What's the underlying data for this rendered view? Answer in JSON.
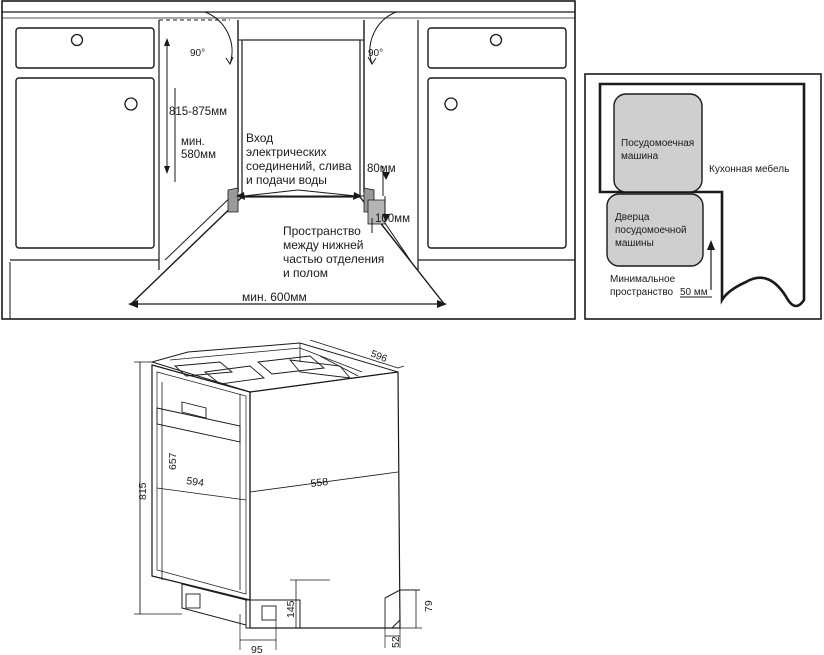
{
  "panel_top_left": {
    "angle_left": "90°",
    "angle_right": "90°",
    "height_label": "815-875мм",
    "min_height_label_1": "мин.",
    "min_height_label_2": "580мм",
    "inlet_label_1": "Вход",
    "inlet_label_2": "электрических",
    "inlet_label_3": "соединений, слива",
    "inlet_label_4": "и подачи воды",
    "depth_80": "80мм",
    "depth_100": "100мм",
    "gap_label_1": "Пространство",
    "gap_label_2": "между нижней",
    "gap_label_3": "частью отделения",
    "gap_label_4": "и полом",
    "width_label": "мин. 600мм"
  },
  "panel_top_right": {
    "dishwasher_label_1": "Посудомоечная",
    "dishwasher_label_2": "машина",
    "door_label_1": "Дверца",
    "door_label_2": "посудомоечной",
    "door_label_3": "машины",
    "furniture_label": "Кухонная мебель",
    "min_space_label_1": "Минимальное",
    "min_space_label_2": "пространство",
    "min_space_value": "50 мм",
    "colors": {
      "box_fill": "#cfcfcf",
      "stroke": "#1a1a1a"
    }
  },
  "panel_bottom": {
    "dim_596": "596",
    "dim_815": "815",
    "dim_657": "657",
    "dim_594": "594",
    "dim_558": "558",
    "dim_145": "145",
    "dim_79": "79",
    "dim_52": "52",
    "dim_95": "95"
  }
}
